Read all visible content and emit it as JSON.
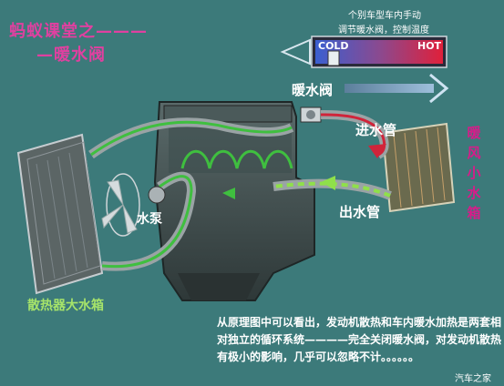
{
  "title": {
    "line1": "蚂蚁课堂之———",
    "line2": "—暖水阀"
  },
  "control_hint": {
    "line1": "个别车型车内手动",
    "line2": "调节暖水阀，控制温度",
    "cold_label": "COLD",
    "hot_label": "HOT"
  },
  "labels": {
    "valve": "暖水阀",
    "inlet_pipe": "进水管",
    "outlet_pipe": "出水管",
    "water_pump": "水泵",
    "radiator_tank": "散热器大水箱",
    "heater_core": "暖风小水箱"
  },
  "explanation": "从原理图中可以看出，发动机散热和车内暖水加热是两套相对独立的循环系统————完全关闭暖水阀，对发动机散热有极小的影响，几乎可以忽略不计。。。。。。",
  "watermark": "汽车之家",
  "colors": {
    "background": "#3c7a7a",
    "title": "#e040a0",
    "hot_flow": "#d0243a",
    "cool_flow": "#3fbf3f",
    "heater_label": "#d81b8a",
    "radiator_label": "#a6e36a"
  }
}
